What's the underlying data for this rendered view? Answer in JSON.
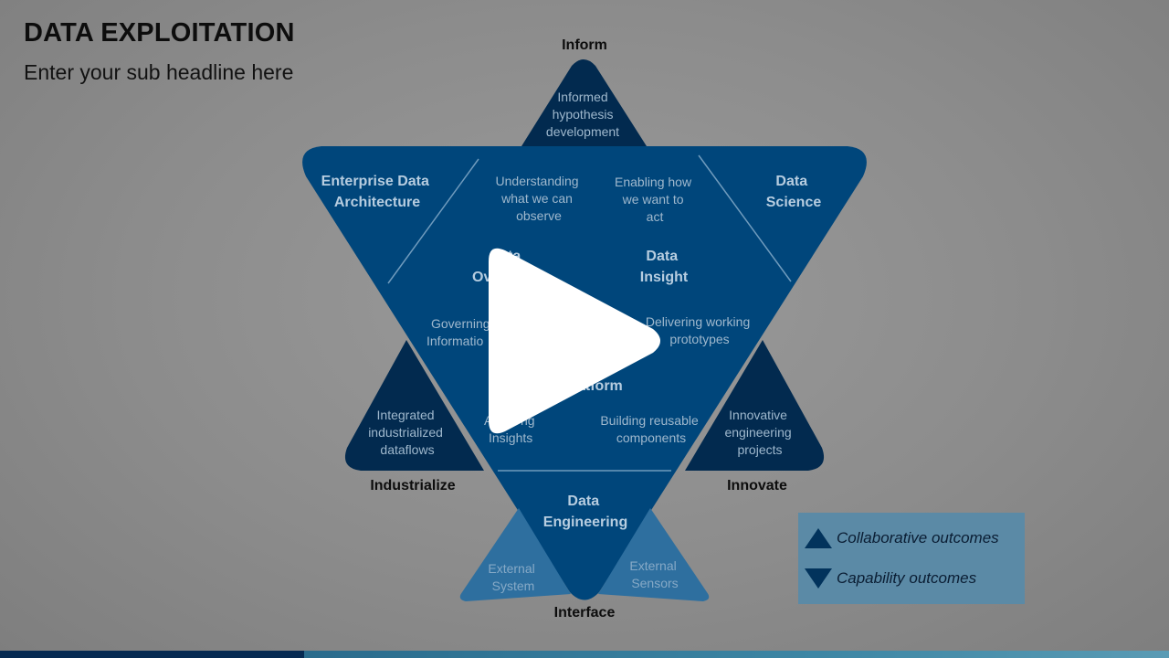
{
  "slide": {
    "title": "DATA EXPLOITATION",
    "subtitle": "Enter your sub headline here"
  },
  "colors": {
    "background": "#8c8c8c",
    "down_triangle": "#00467b",
    "up_triangle_dark": "#022a4f",
    "up_triangle_light": "#2e6f9f",
    "text_light": "#bcd2e4",
    "text_label": "#0d0d0d",
    "legend_bg": "#5b8aa6"
  },
  "vertex_labels": {
    "inform": "Inform",
    "industrialize": "Industrialize",
    "innovate": "Innovate",
    "interface": "Interface"
  },
  "corner_titles": {
    "enterprise_data_architecture": [
      "Enterprise Data",
      "Architecture"
    ],
    "data_science": [
      "Data",
      "Science"
    ],
    "data_engineering": [
      "Data",
      "Engineering"
    ]
  },
  "inner_titles": {
    "data_insight": [
      "Data",
      "Insight"
    ],
    "data_overview_partial": [
      "ta",
      "Ov"
    ],
    "platform_partial": "atform"
  },
  "outcomes": {
    "informed_hypothesis": [
      "Informed",
      "hypothesis",
      "development"
    ],
    "understanding": [
      "Understanding",
      "what we can",
      "observe"
    ],
    "enabling": [
      "Enabling how",
      "we want to",
      "act"
    ],
    "governing": [
      "Governing",
      "Informatio"
    ],
    "delivering": [
      "Delivering working",
      "prototypes"
    ],
    "integrated": [
      "Integrated",
      "industrialized",
      "dataflows"
    ],
    "innovative": [
      "Innovative",
      "engineering",
      "projects"
    ],
    "acting_insights": [
      "A",
      "ng",
      "Insights"
    ],
    "building": [
      "Building reusable",
      "components"
    ],
    "external_system": [
      "External",
      "System"
    ],
    "external_sensors": [
      "External",
      "Sensors"
    ]
  },
  "legend": {
    "collaborative": "Collaborative outcomes",
    "capability": "Capability outcomes"
  },
  "overlay": {
    "play_icon": "play-icon"
  }
}
